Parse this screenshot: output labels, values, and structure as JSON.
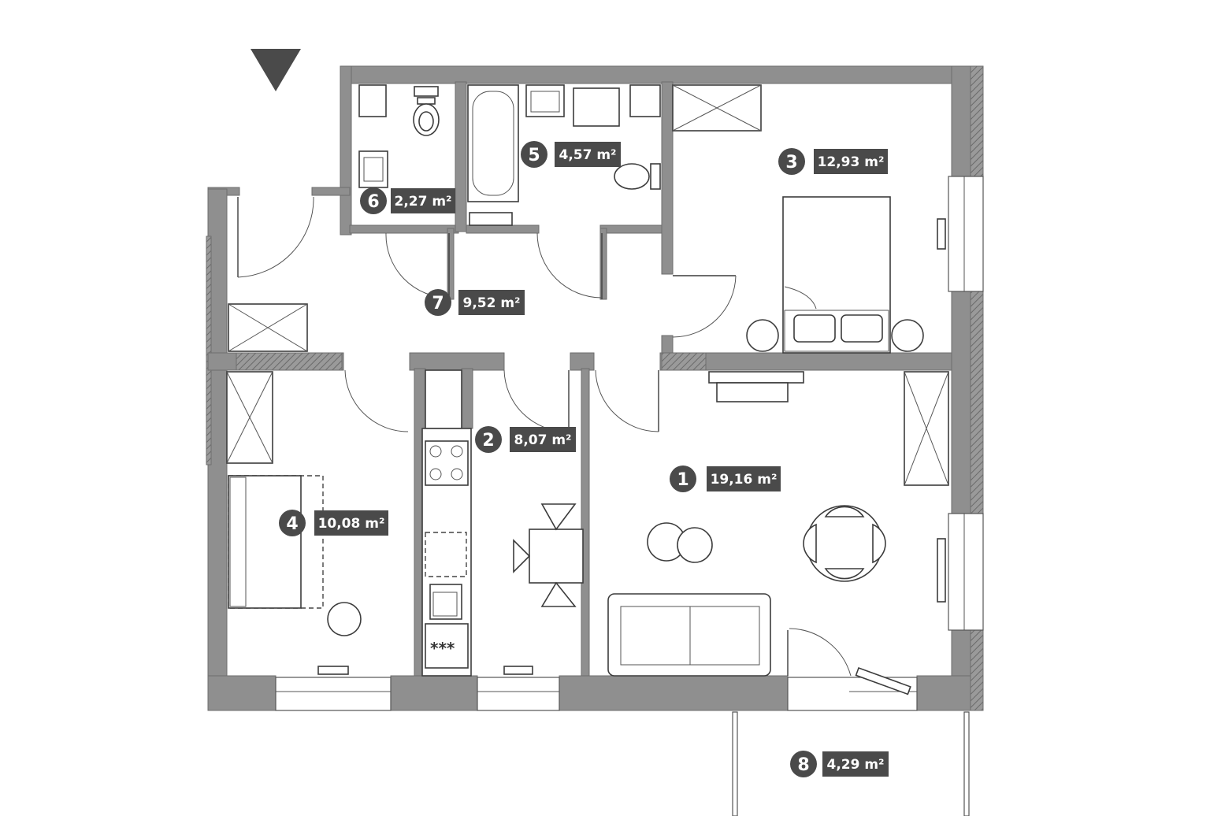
{
  "colors": {
    "wall": "#8f8f8f",
    "label_bg": "#4a4a4a",
    "label_text": "#ffffff",
    "furniture": "#3c3c3c"
  },
  "entrance_marker": "triangle-down-icon",
  "rooms": [
    {
      "number": "1",
      "area": "19,16 m²"
    },
    {
      "number": "2",
      "area": "8,07 m²"
    },
    {
      "number": "3",
      "area": "12,93 m²"
    },
    {
      "number": "4",
      "area": "10,08 m²"
    },
    {
      "number": "5",
      "area": "4,57 m²"
    },
    {
      "number": "6",
      "area": "2,27 m²"
    },
    {
      "number": "7",
      "area": "9,52 m²"
    },
    {
      "number": "8",
      "area": "4,29 m²"
    }
  ],
  "kitchen": {
    "oven_marking": "***"
  }
}
